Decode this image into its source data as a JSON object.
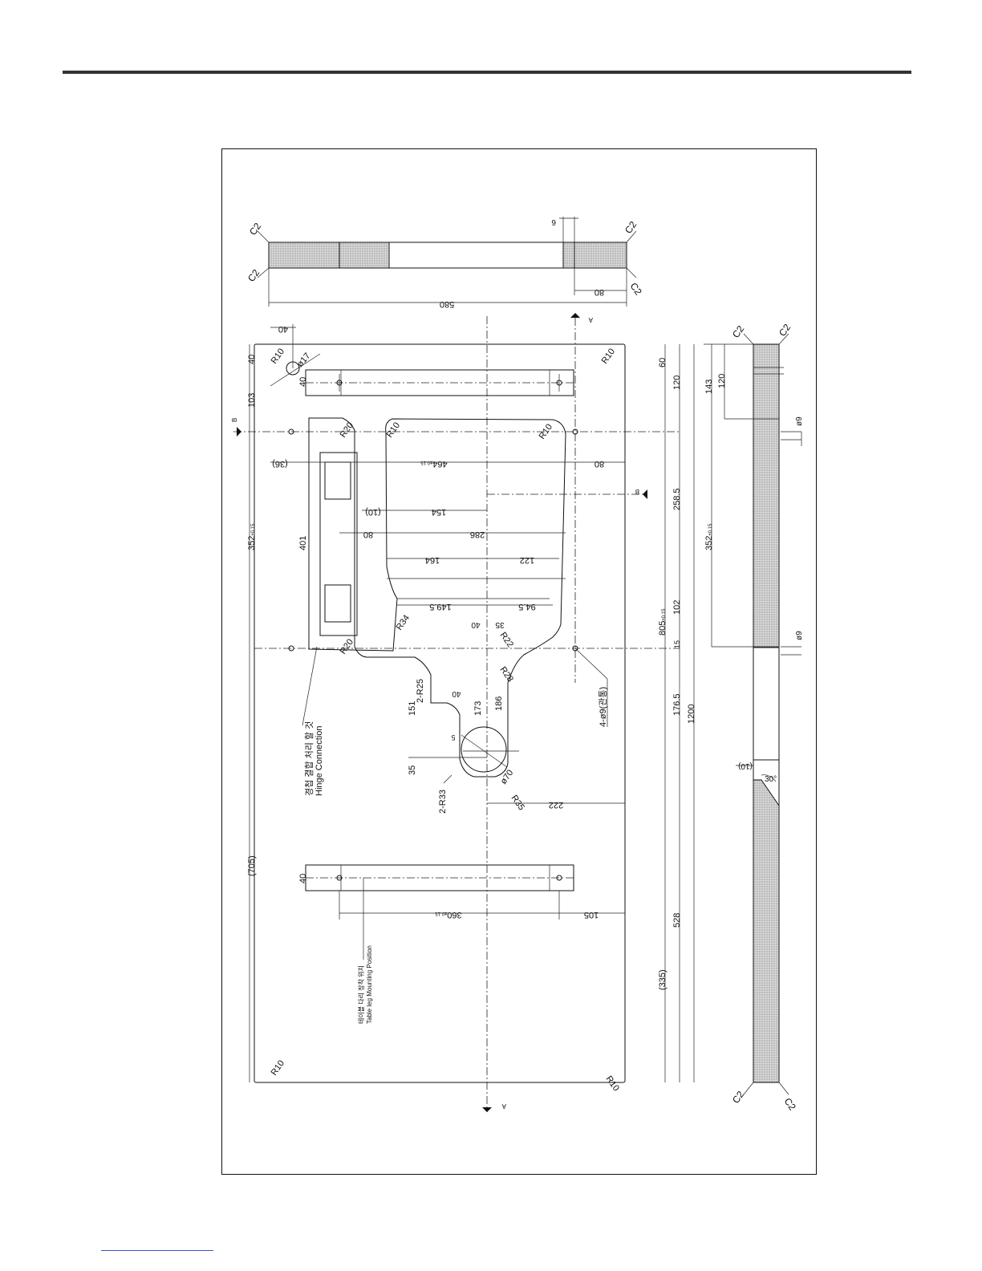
{
  "drawing": {
    "section_labels": {
      "a": "A",
      "b": "B"
    },
    "top_view": {
      "width": "580",
      "notch_width": "80",
      "notch_depth": "6"
    },
    "chamfers": {
      "c2": "C2"
    },
    "radii": {
      "r10": "R10",
      "r20": "R20",
      "r22": "R22",
      "r28": "R28",
      "r34": "R34",
      "r35": "R35",
      "r2_25": "2-R25",
      "r2_33": "2-R33"
    },
    "holes": {
      "d17": "ø17",
      "d70": "ø70",
      "d9": "ø9",
      "holes_4x9": "4-ø9(관통)"
    },
    "dimensions": {
      "d40": "40",
      "d103": "103",
      "d352": "352",
      "tol015": "±0.15",
      "d705": "(705)",
      "d36": "(36)",
      "d464": "464",
      "d80": "80",
      "d10": "(10)",
      "d154": "154",
      "d286": "286",
      "d401": "401",
      "d164": "164",
      "d122": "122",
      "d149_5": "149.5",
      "d94_5": "94.5",
      "d35": "35",
      "d151": "151",
      "d173": "173",
      "d186": "186",
      "d5": "5",
      "d222": "222",
      "d360": "360",
      "d105": "105",
      "d60": "60",
      "d120": "120",
      "d258_5": "258.5",
      "d102": "102",
      "d805": "805",
      "d15": "15",
      "d176_5": "176.5",
      "d1200": "1200",
      "d528": "528",
      "d335": "(335)",
      "d143": "143",
      "d30deg": "30°"
    },
    "notes": {
      "hinge_ko": "경첩 결합 처리 할 것",
      "hinge_en": "Hinge Connection",
      "leg_ko": "테이블 다리 장착 위치",
      "leg_en": "Table leg Mounting Position"
    }
  }
}
